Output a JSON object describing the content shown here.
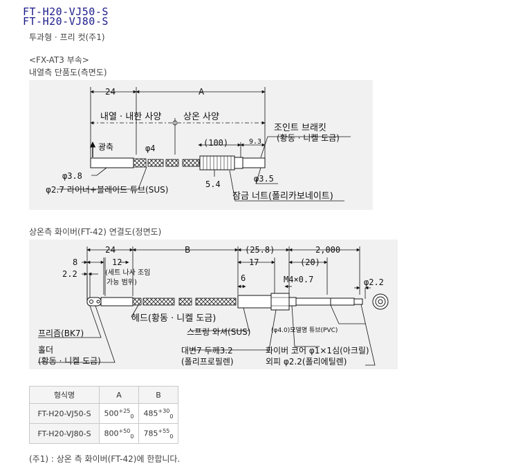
{
  "header": {
    "model_line1": "FT-H20-VJ50-S",
    "model_line2": "FT-H20-VJ80-S",
    "subtitle": "투과형 · 프리 컷(주1)"
  },
  "section1": {
    "accessory": "<FX-AT3 부속>",
    "caption": "내열측 단품도(측면도)",
    "dim_24": "24",
    "dim_A": "A",
    "heat_spec": "내열 · 내한 사양",
    "normal_spec": "상온 사양",
    "light_axis": "광축",
    "phi4": "φ4",
    "dim_100": "(100)",
    "dim_9_3": "9.3",
    "joint_bracket_1": "조인트 브래킷",
    "joint_bracket_2": "(황동 · 니켈 도금)",
    "phi3_8": "φ3.8",
    "liner": "φ2.7 라이너+블레이드 튜브(SUS)",
    "dim_5_4": "5.4",
    "phi3_5": "φ3.5",
    "lock_nut": "잠금 너트(폴리카보네이트)"
  },
  "section2": {
    "caption": "상온측 화이버(FT-42) 연결도(정면도)",
    "dim_24": "24",
    "dim_B": "B",
    "dim_25_8": "(25.8)",
    "dim_2000": "2,000",
    "dim_8": "8",
    "dim_12": "12",
    "dim_17": "17",
    "dim_20": "(20)",
    "dim_2_2": "2.2",
    "set_screw_1": "(세트 나사 조임",
    "set_screw_2": "가능 범위)",
    "dim_6": "6",
    "m4": "M4×0.7",
    "phi2_2": "φ2.2",
    "head": "헤드(황동 · 니켈 도금)",
    "prism": "프리즘(BK7)",
    "spring_washer": "스프링 와셔(SUS)",
    "mold_tube": "(φ4.0)모델명 튜브(PVC)",
    "holder_1": "홀더",
    "holder_2": "(황동 · 니켈 도금)",
    "opposite_1": "대변7 두께3.2",
    "opposite_2": "(폴리프로필렌)",
    "fiber_core_1": "화이버 코어 φ1×1심(아크릴)",
    "fiber_core_2": "외피 φ2.2(폴리에틸렌)"
  },
  "table": {
    "headers": [
      "형식명",
      "A",
      "B"
    ],
    "rows": [
      {
        "model": "FT-H20-VJ50-S",
        "a_base": "500",
        "a_tol_up": "+25",
        "a_tol_low": "0",
        "b_base": "485",
        "b_tol_up": "+30",
        "b_tol_low": "0"
      },
      {
        "model": "FT-H20-VJ80-S",
        "a_base": "800",
        "a_tol_up": "+50",
        "a_tol_low": "0",
        "b_base": "785",
        "b_tol_up": "+55",
        "b_tol_low": "0"
      }
    ]
  },
  "footnote": "(주1) : 상온 측 화이버(FT-42)에 한합니다."
}
